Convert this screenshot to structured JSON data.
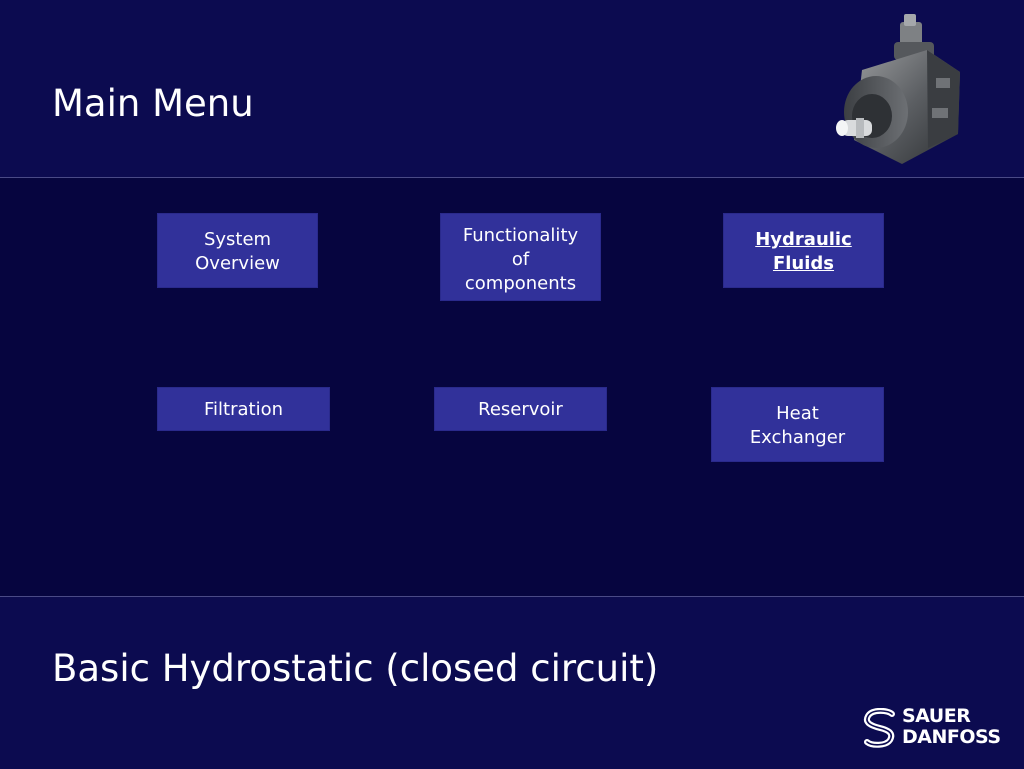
{
  "header": {
    "title": "Main Menu"
  },
  "menu": {
    "system_overview": [
      "System",
      "Overview"
    ],
    "functionality": [
      "Functionality",
      "of",
      "components"
    ],
    "hydraulic_fluids": [
      "Hydraulic",
      "Fluids"
    ],
    "filtration": "Filtration",
    "reservoir": "Reservoir",
    "heat_exchanger": [
      "Heat",
      "Exchanger"
    ]
  },
  "footer": {
    "title": "Basic Hydrostatic (closed circuit)",
    "logo_line1": "SAUER",
    "logo_line2": "DANFOSS"
  },
  "colors": {
    "background": "#06053f",
    "band": "#0c0b50",
    "button": "#31319a"
  },
  "icons": {
    "product": "hydraulic-motor-icon",
    "brand": "sauer-danfoss-logo"
  }
}
